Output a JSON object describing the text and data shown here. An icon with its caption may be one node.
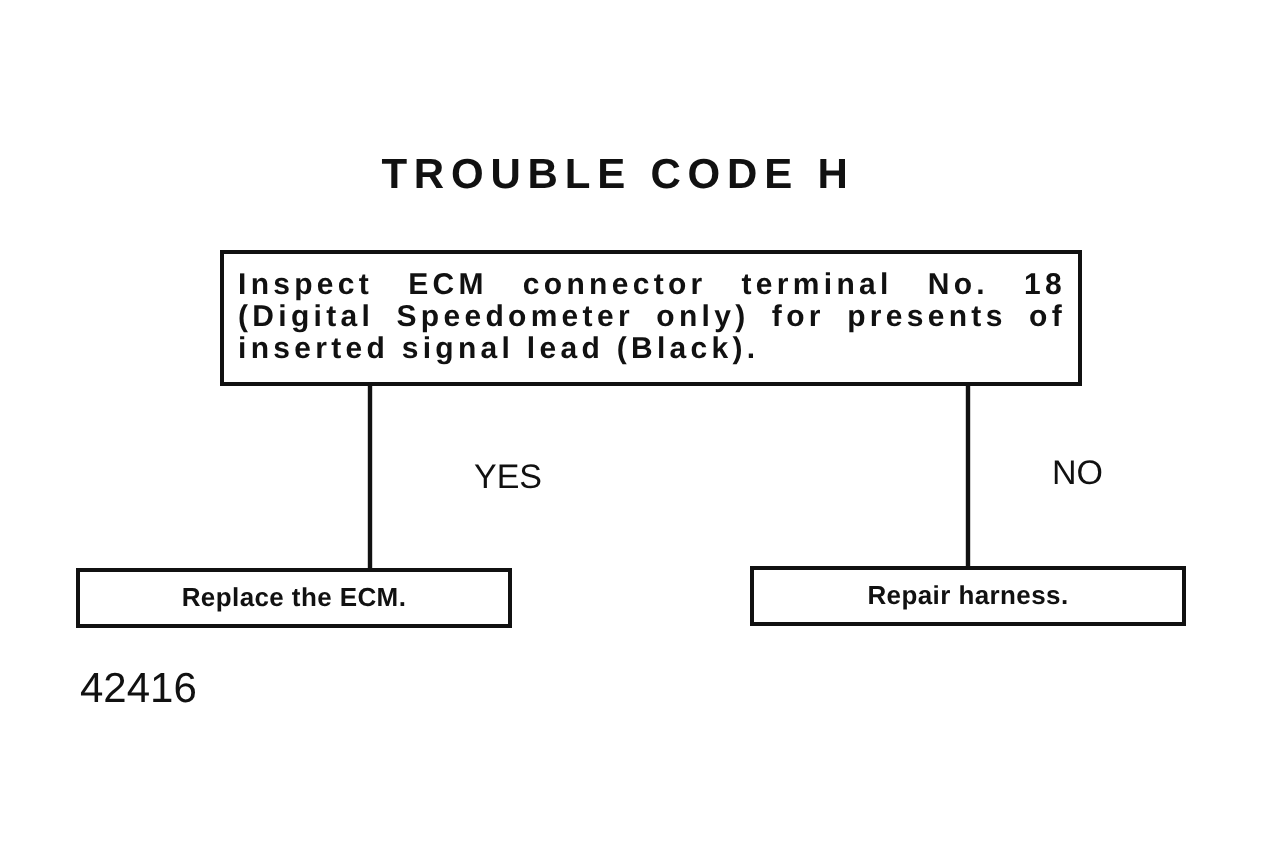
{
  "diagram": {
    "title": "TROUBLE CODE H",
    "nodes": [
      {
        "text": [
          "Inspect ECM connector terminal No. 18 (Digital Speedometer only) for presents of inserted signal lead (Black)."
        ]
      },
      {
        "text": [
          "Replace the ECM."
        ]
      },
      {
        "text": [
          "Repair harness."
        ]
      }
    ],
    "edges": [
      {
        "from": 0,
        "to": 1,
        "arrow": "none",
        "label": "YES"
      },
      {
        "from": 0,
        "to": 2,
        "arrow": "none",
        "label": "NO"
      }
    ],
    "labels": [
      "42416"
    ]
  }
}
